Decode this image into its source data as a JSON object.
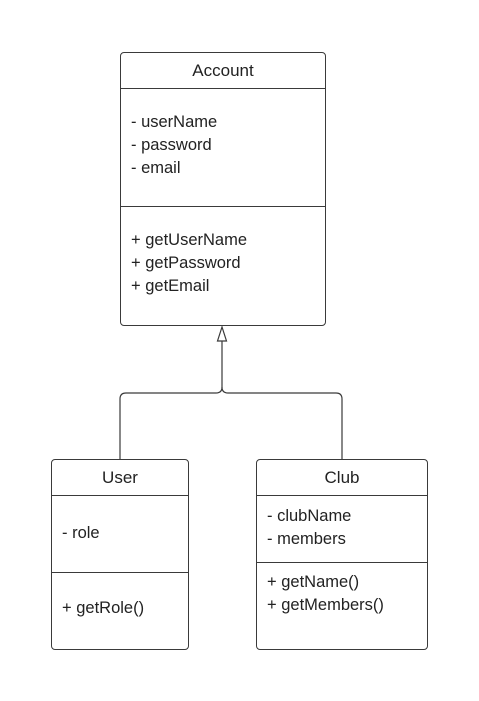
{
  "classes": {
    "account": {
      "name": "Account",
      "attributes": [
        "- userName",
        "- password",
        "- email"
      ],
      "methods": [
        "+ getUserName",
        "+ getPassword",
        "+ getEmail"
      ]
    },
    "user": {
      "name": "User",
      "attributes": [
        "- role"
      ],
      "methods": [
        "+ getRole()"
      ]
    },
    "club": {
      "name": "Club",
      "attributes": [
        "- clubName",
        "- members"
      ],
      "methods": [
        "+ getName()",
        "+ getMembers()"
      ]
    }
  },
  "relationships": [
    {
      "type": "generalization",
      "from": "User",
      "to": "Account"
    },
    {
      "type": "generalization",
      "from": "Club",
      "to": "Account"
    }
  ],
  "colors": {
    "stroke": "#3a3a3a",
    "text": "#222222",
    "background": "#ffffff"
  }
}
